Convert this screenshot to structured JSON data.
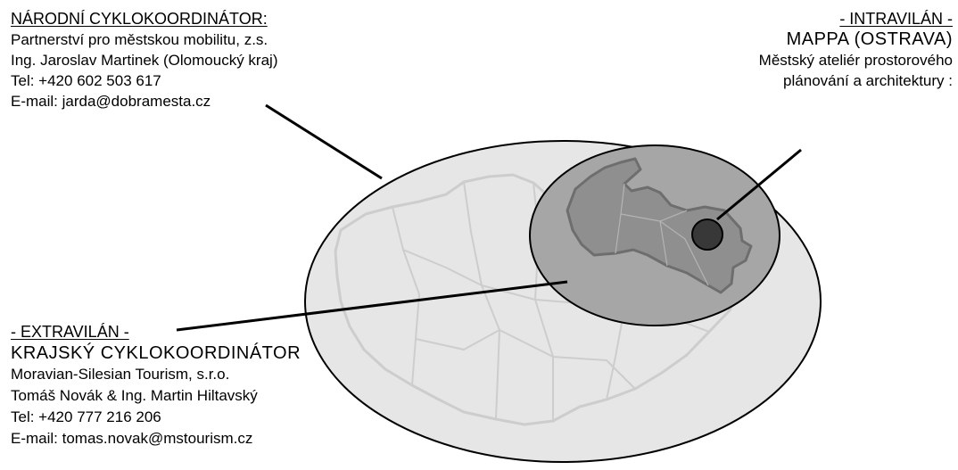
{
  "national": {
    "heading": "NÁRODNÍ CYKLOKOORDINÁTOR:",
    "org": "Partnerství pro městskou mobilitu, z.s.",
    "person": "Ing. Jaroslav Martinek (Olomoucký kraj)",
    "phone": "Tel: +420 602 503 617",
    "email": "E-mail: jarda@dobramesta.cz"
  },
  "intravilan": {
    "heading": "- INTRAVILÁN -",
    "org": "MAPPA (OSTRAVA)",
    "desc_line1": "Městský ateliér prostorového",
    "desc_line2": "plánování a architektury :"
  },
  "extravilan": {
    "heading": "- EXTRAVILÁN -",
    "role": "KRAJSKÝ CYKLOKOORDINÁTOR",
    "org": "Moravian-Silesian Tourism, s.r.o.",
    "persons": "Tomáš Novák & Ing. Martin Hiltavský",
    "phone": "Tel: +420 777 216 206",
    "email": "E-mail: tomas.novak@mstourism.cz"
  },
  "colors": {
    "outer_ellipse": "#e4e4e4",
    "inner_ellipse": "#a9a9a9",
    "region_fill": "#8c8c8c",
    "region_border": "#6a6a6a",
    "city_dot": "#3a3a3a",
    "map_lines": "#cfcfcf"
  }
}
